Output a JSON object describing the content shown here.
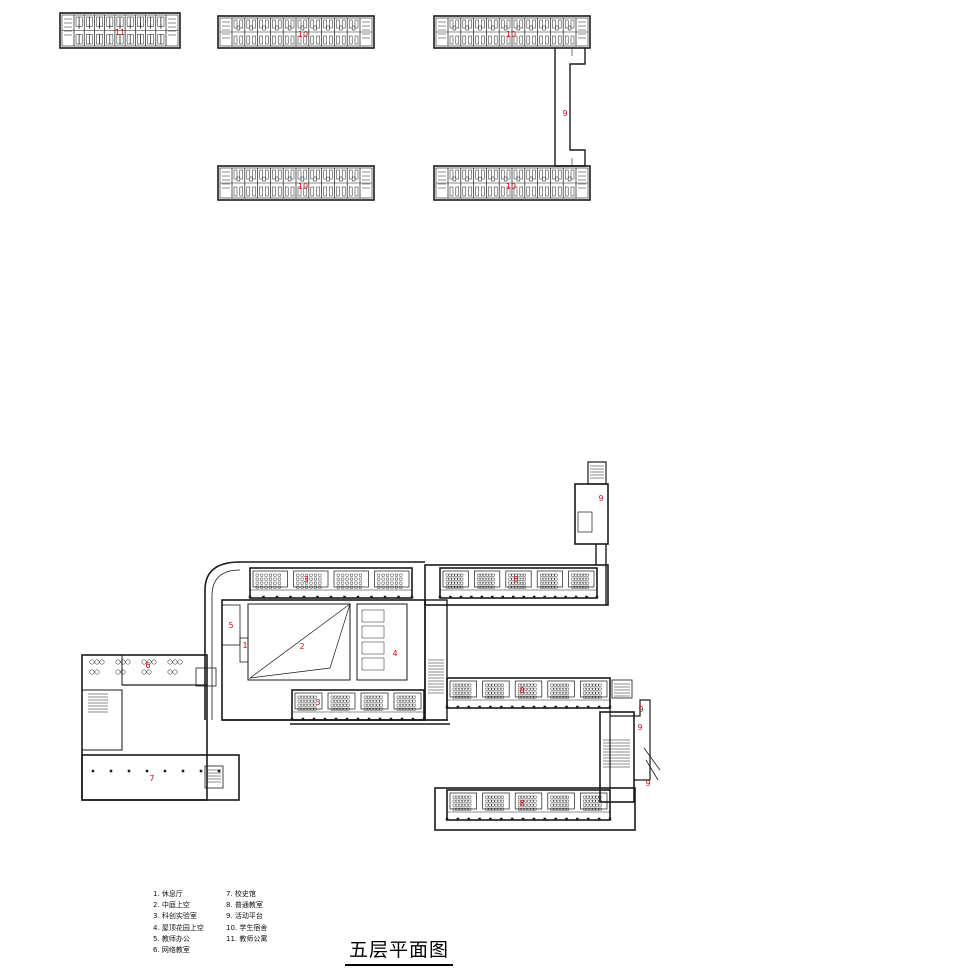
{
  "title": "五层平面图",
  "legend": {
    "column1": [
      "1. 休息厅",
      "2. 中庭上空",
      "3. 科创实验室",
      "4. 屋顶花园上空",
      "5. 教师办公",
      "6. 网络教室"
    ],
    "column2": [
      "7. 校史馆",
      "8. 普通教室",
      "9. 活动平台",
      "10. 学生宿舍",
      "11. 教师公寓"
    ]
  },
  "room_labels": [
    "11",
    "10",
    "10",
    "9",
    "10",
    "10",
    "9",
    "3",
    "8",
    "5",
    "1",
    "2",
    "4",
    "6",
    "3",
    "8",
    "9",
    "8",
    "9",
    "7",
    "9"
  ],
  "colors": {
    "lines": "#1a1a1a",
    "labels": "#d0101a",
    "background": "#ffffff"
  }
}
